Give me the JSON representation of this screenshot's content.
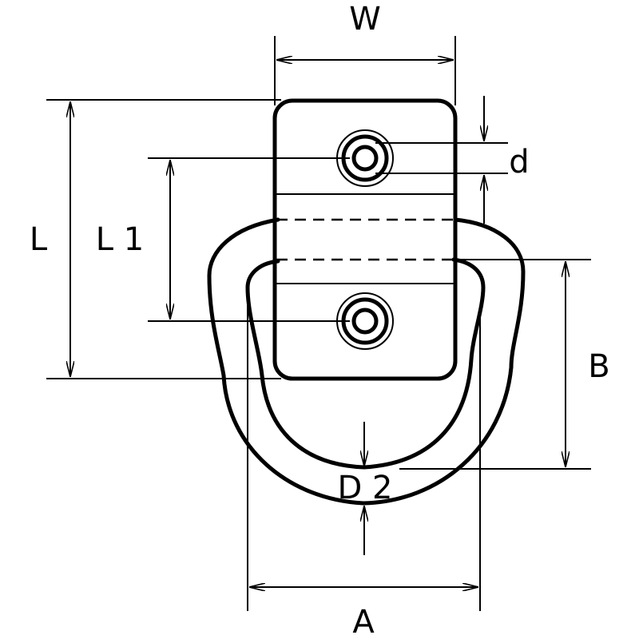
{
  "labels": {
    "width": "W",
    "thickness": "d",
    "length": "L",
    "length1": "L 1",
    "height": "B",
    "ring_diameter": "D 2",
    "span": "A"
  }
}
